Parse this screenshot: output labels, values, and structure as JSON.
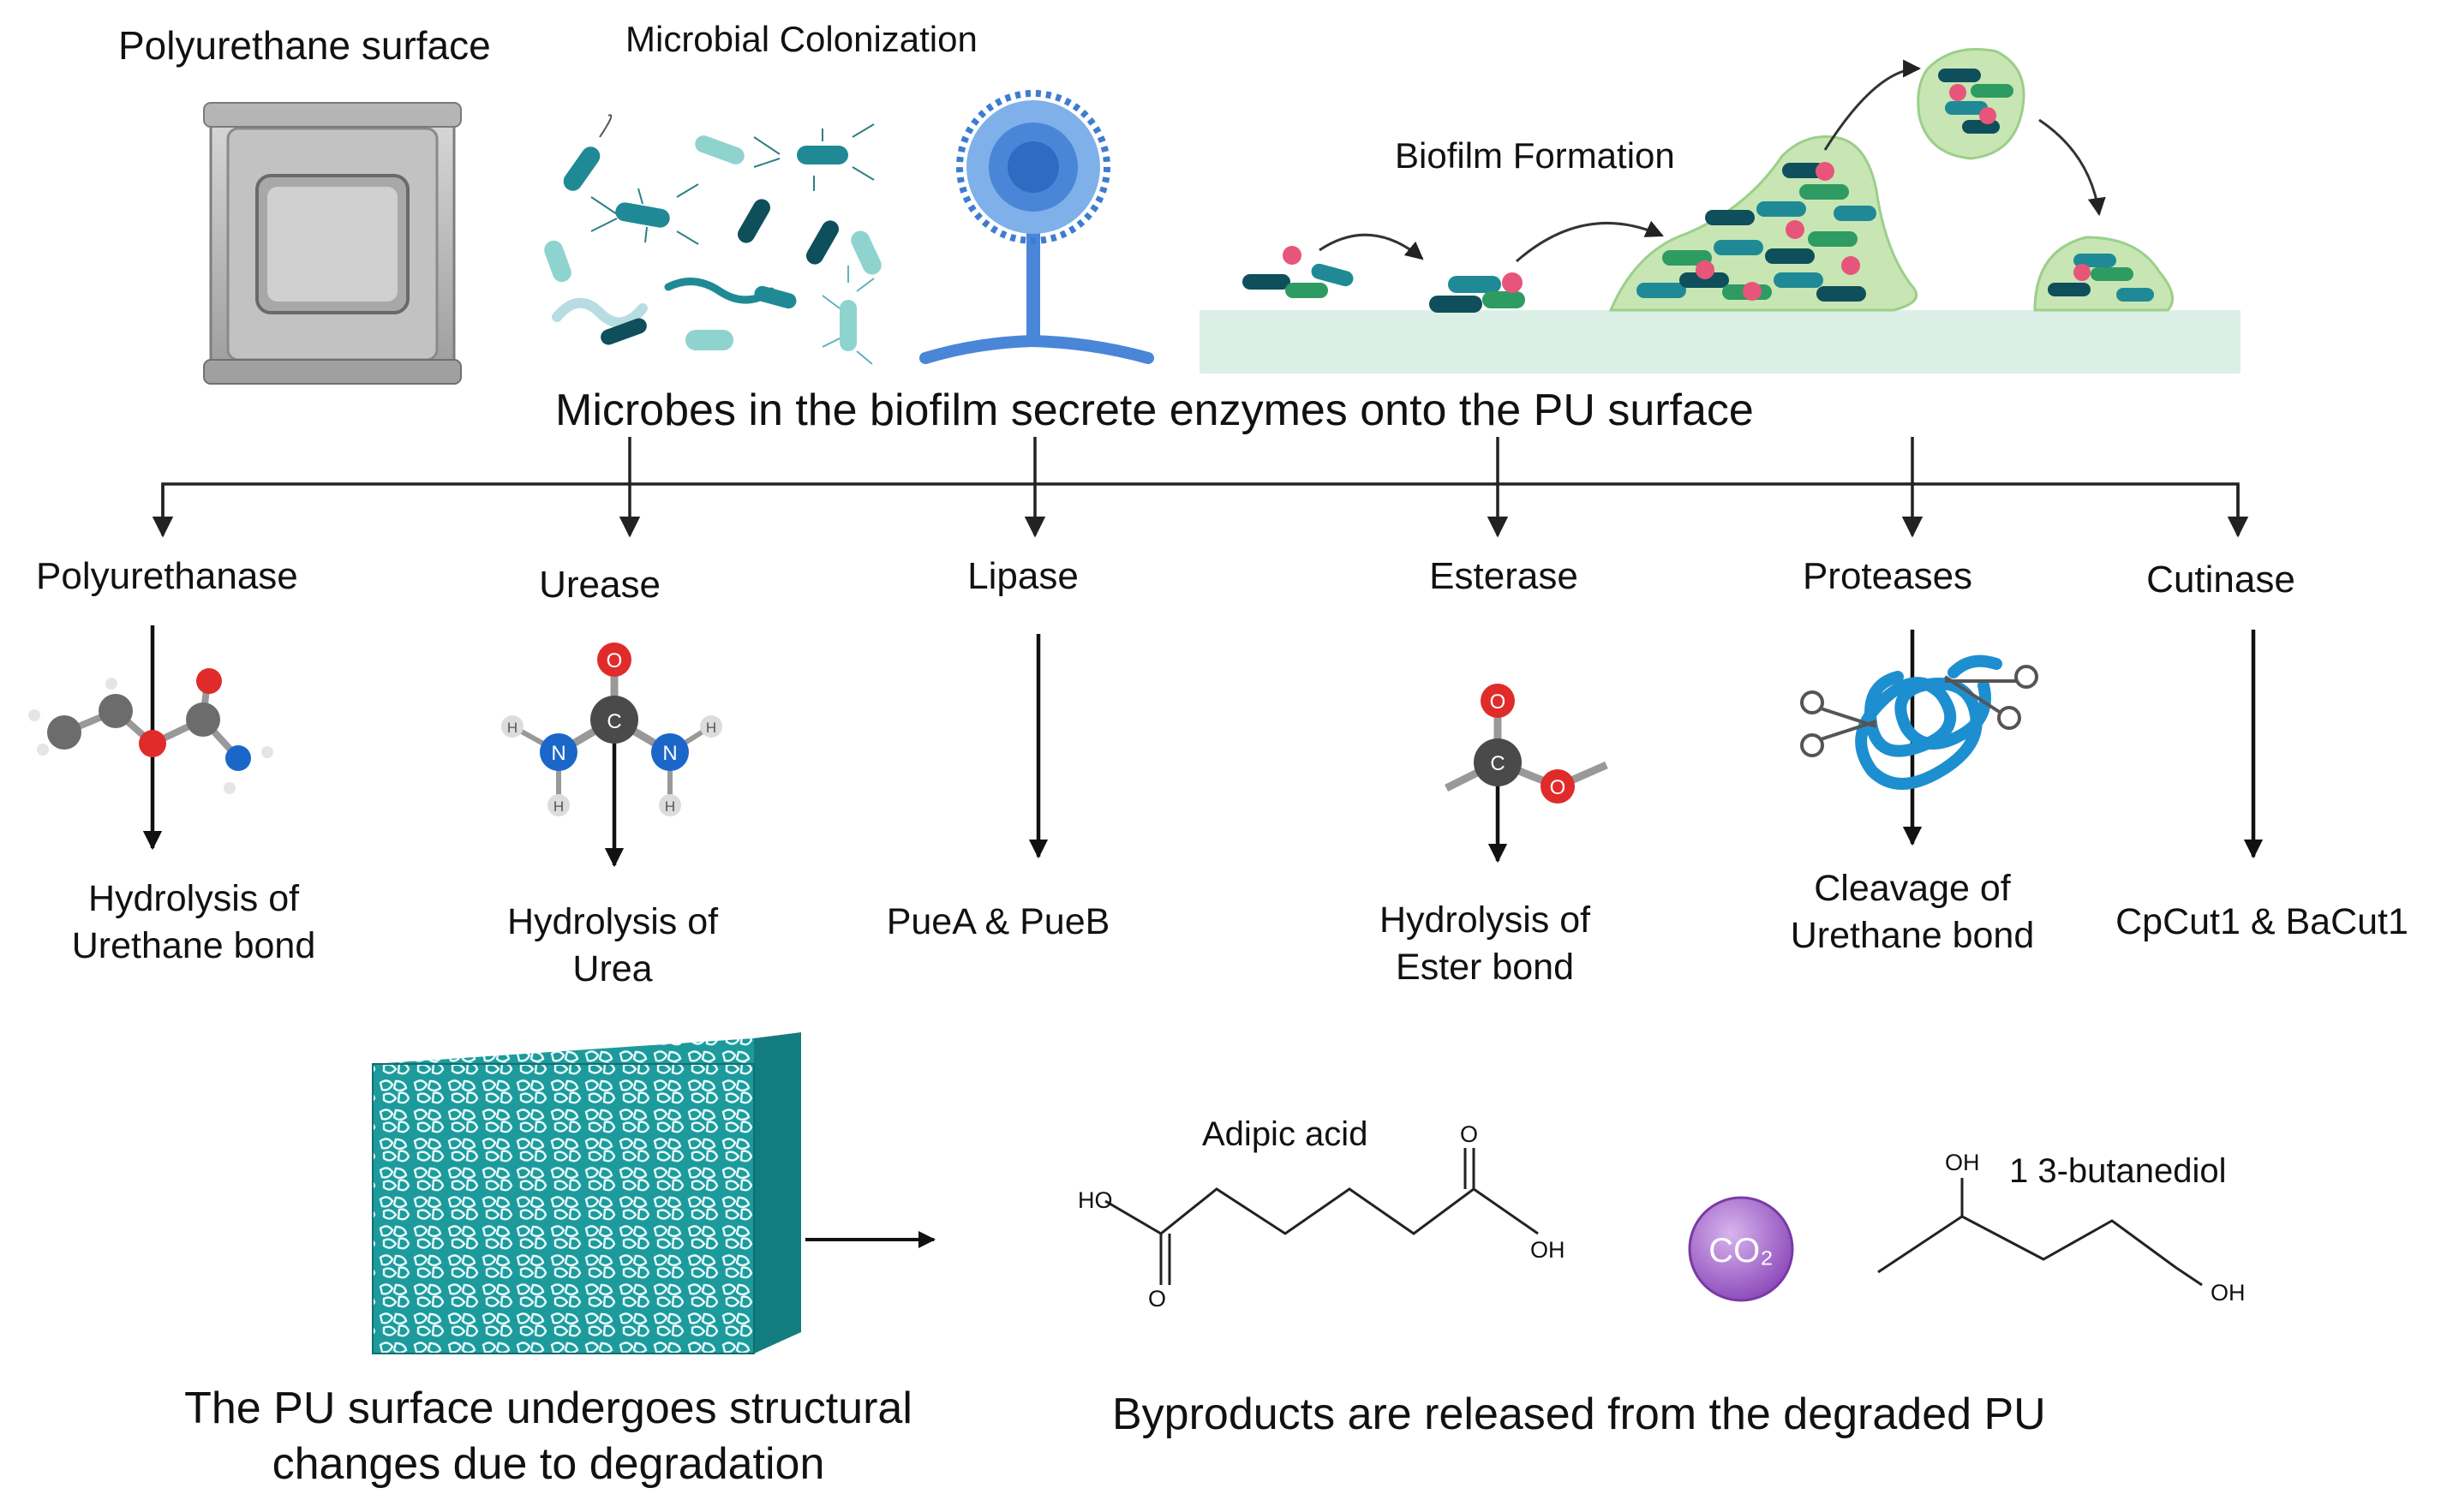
{
  "labels": {
    "polyurethane_surface": "Polyurethane surface",
    "microbial_colonization": "Microbial Colonization",
    "biofilm_formation": "Biofilm Formation",
    "secrete_enzymes": "Microbes in the biofilm secrete enzymes onto the PU surface",
    "structural_changes_line1": "The PU surface undergoes structural",
    "structural_changes_line2": "changes due to degradation",
    "byproducts": "Byproducts are released from the degraded PU"
  },
  "enzymes": [
    {
      "name": "Polyurethanase",
      "result_line1": "Hydrolysis of",
      "result_line2": "Urethane bond"
    },
    {
      "name": "Urease",
      "result_line1": "Hydrolysis of",
      "result_line2": "Urea"
    },
    {
      "name": "Lipase",
      "result_line1": "PueA & PueB",
      "result_line2": ""
    },
    {
      "name": "Esterase",
      "result_line1": "Hydrolysis of",
      "result_line2": "Ester bond"
    },
    {
      "name": "Proteases",
      "result_line1": "Cleavage of",
      "result_line2": "Urethane bond"
    },
    {
      "name": "Cutinase",
      "result_line1": "CpCut1 & BaCut1",
      "result_line2": ""
    }
  ],
  "atoms": {
    "oxygen": "O",
    "carbon": "C",
    "nitrogen": "N",
    "hydrogen": "H"
  },
  "byproducts": {
    "adipic_acid": {
      "name": "Adipic acid",
      "oh_left": "HO",
      "oh_right": "OH",
      "o_top": "O",
      "o_bottom": "O"
    },
    "co2": "CO₂",
    "butanediol": {
      "name": "1 3-butanediol",
      "oh_top": "OH",
      "oh_bottom": "OH"
    }
  },
  "colors": {
    "arrow": "#222222",
    "biofilm_surface": "#dcefe6",
    "biofilm_matrix": "#c7e6b4",
    "bacteria_teal": "#1f8a95",
    "bacteria_dark": "#0f4f5c",
    "bacteria_green": "#2e9b62",
    "bacteria_pink": "#e8557a",
    "fungus_blue": "#4a86d8",
    "foam": "#2aa6a6",
    "co2": "#9d5cc7",
    "oxygen": "#e12b2b",
    "carbon": "#4a4a4a",
    "nitrogen": "#1b67c9"
  }
}
